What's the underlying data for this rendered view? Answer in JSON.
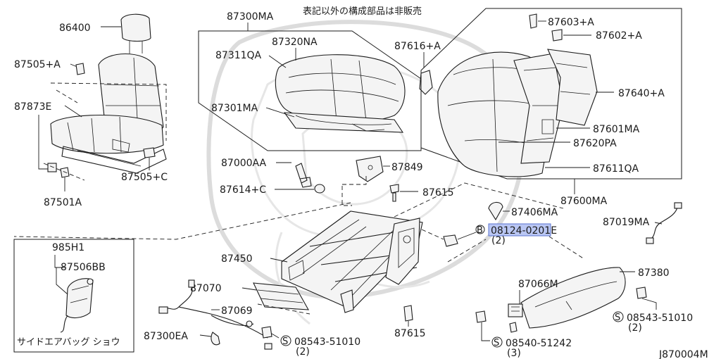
{
  "header_note": "表記以外の構成部品は非販売",
  "diagram_code": "J870004M",
  "side_airbag_label": "サイドエアバッグ ショウ",
  "parts": {
    "p86400": "86400",
    "p87505A": "87505+A",
    "p87873E": "87873E",
    "p87505C": "87505+C",
    "p87501A": "87501A",
    "p87300MA": "87300MA",
    "p87320NA": "87320NA",
    "p87311QA": "87311QA",
    "p87301MA": "87301MA",
    "p87616A": "87616+A",
    "p87603A": "87603+A",
    "p87602A": "87602+A",
    "p87640A": "87640+A",
    "p87601MA": "87601MA",
    "p87620PA": "87620PA",
    "p87611QA": "87611QA",
    "p87600MA": "87600MA",
    "p87000AA": "87000AA",
    "p87849": "87849",
    "p87614C": "87614+C",
    "p87615a": "87615",
    "p87406MA": "87406MA",
    "p08124": "08124-0201E",
    "p08124_qty": "(2)",
    "p87019MA": "87019MA",
    "p87450": "87450",
    "p985H1": "985H1",
    "p87506BB": "87506BB",
    "p87380": "87380",
    "p87066M": "87066M",
    "p87070": "87070",
    "p87069": "87069",
    "p87615b": "87615",
    "p08543a": "08543-51010",
    "p08543a_qty": "(2)",
    "p08543b": "08543-51010",
    "p08543b_qty": "(2)",
    "p08540": "08540-51242",
    "p08540_qty": "(3)",
    "p87300EA": "87300EA"
  },
  "symbols": {
    "bolt_b": "B",
    "screw_s": "S"
  },
  "highlight_color": "#b9c6f3"
}
